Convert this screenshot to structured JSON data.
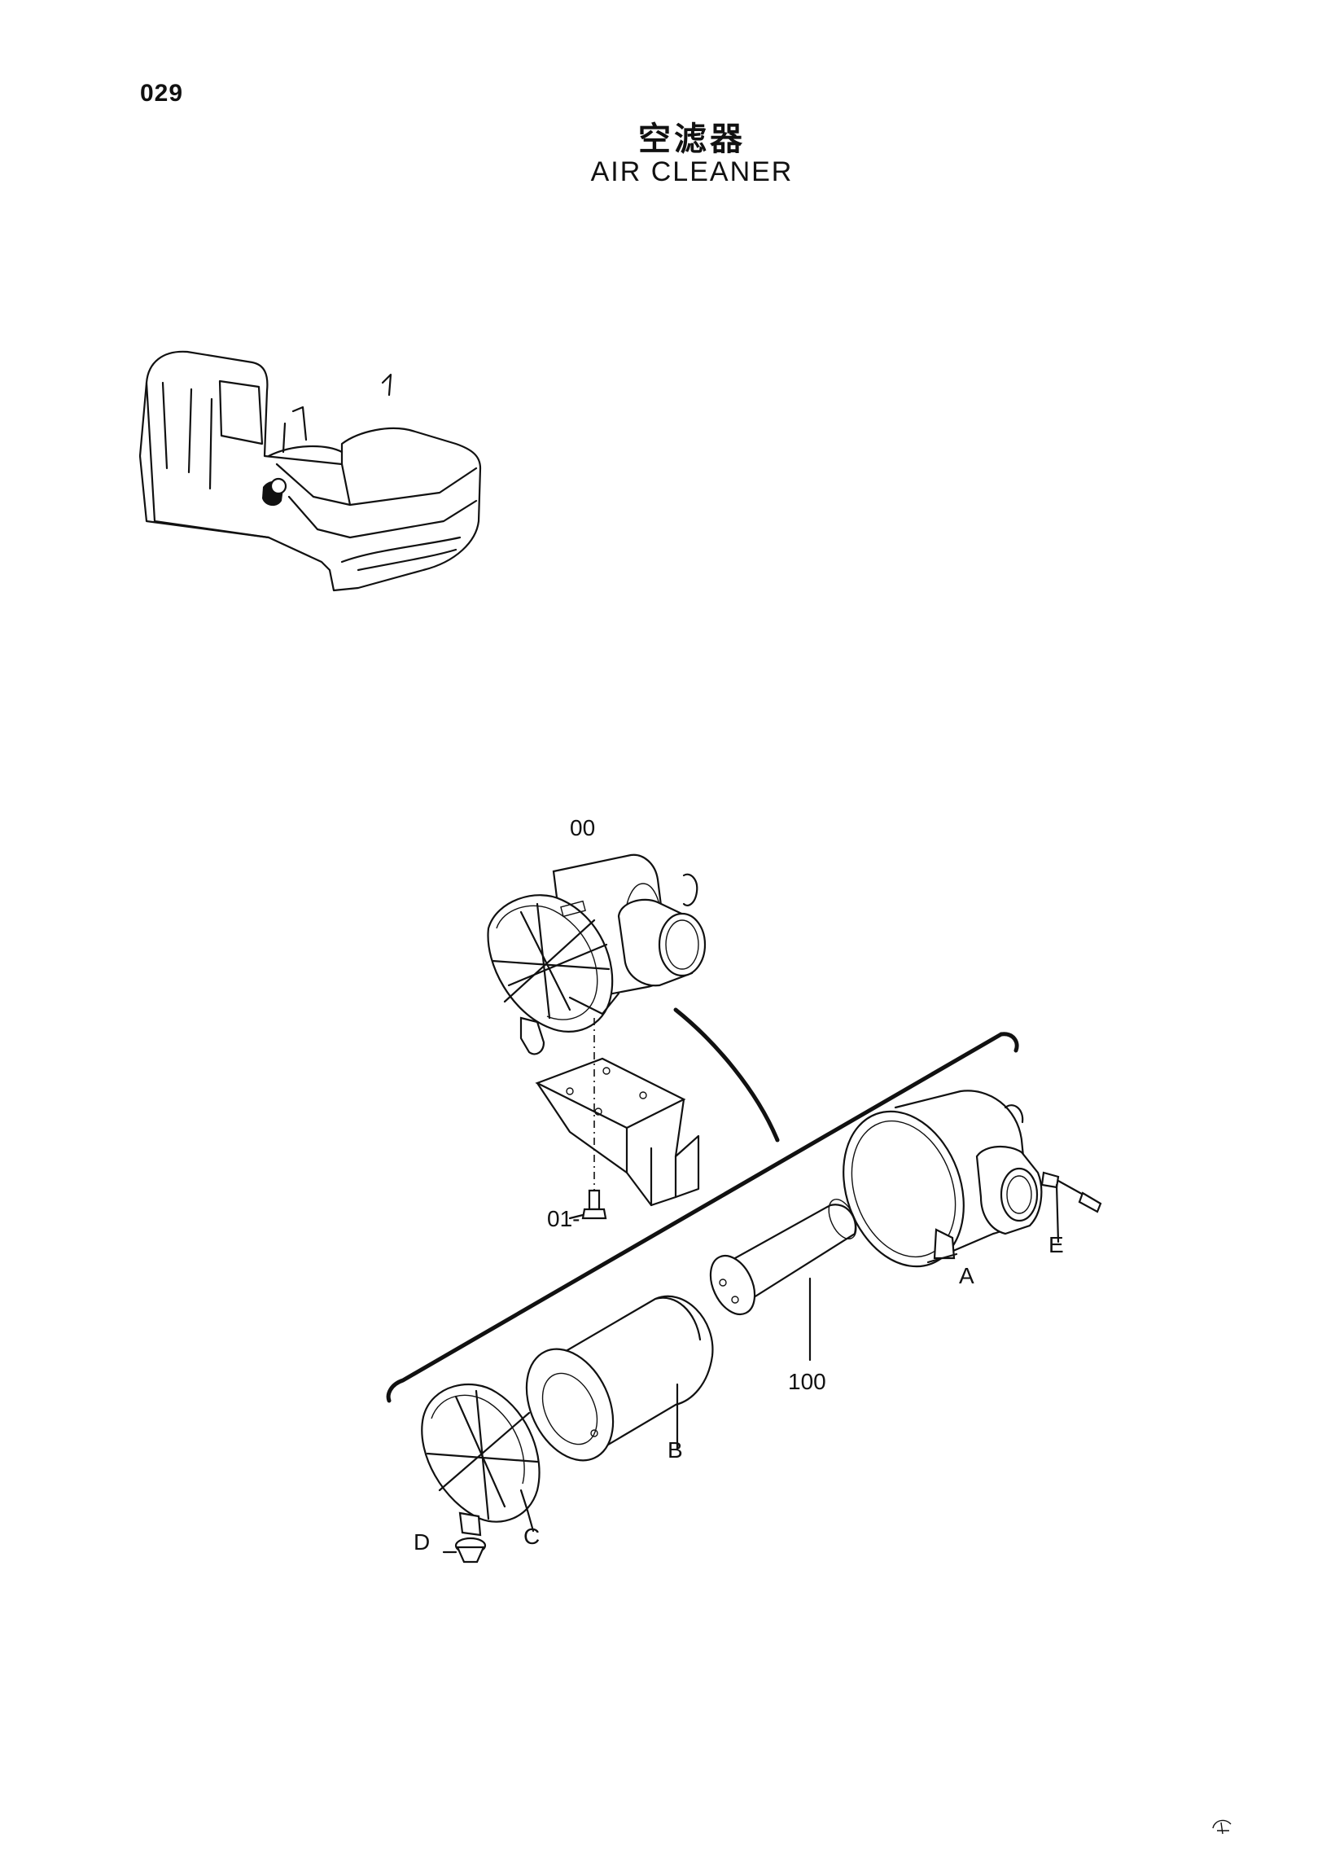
{
  "header": {
    "page_number": "029",
    "title_cn": "空滤器",
    "title_en": "AIR  CLEANER"
  },
  "callouts": {
    "assembly": "00",
    "bolt": "01-",
    "element_inner": "100",
    "part_a": "A",
    "part_b": "B",
    "part_c": "C",
    "part_d": "D",
    "part_e": "E"
  },
  "icons": {
    "machine_locator": "excavator-locator-icon",
    "corner_mark": "corner-mark-icon"
  }
}
